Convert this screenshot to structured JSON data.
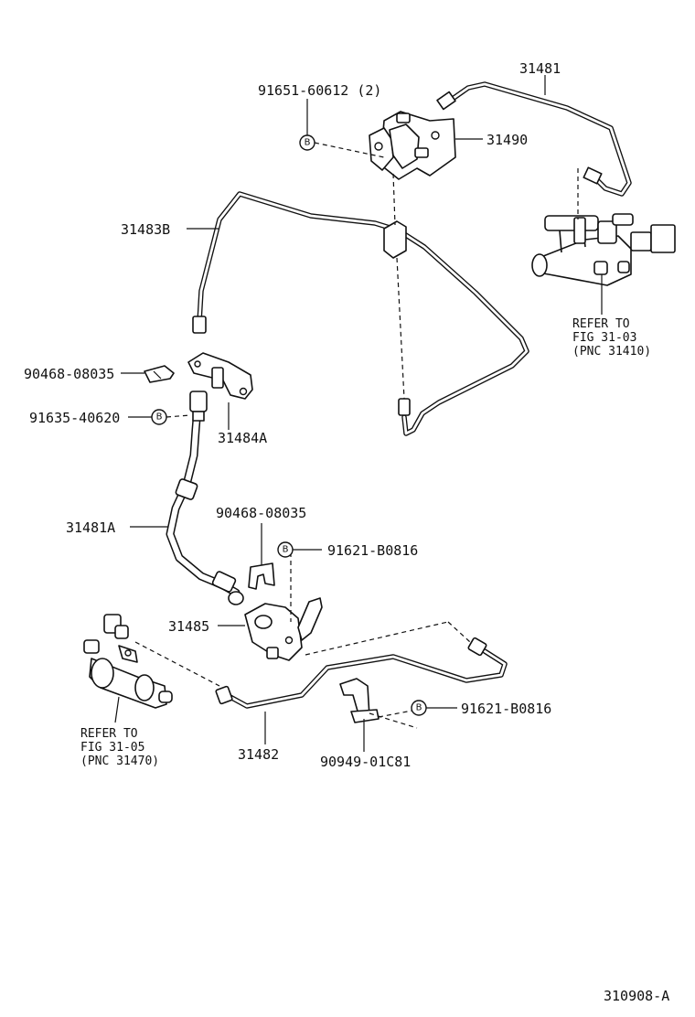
{
  "labels": {
    "p31481": "31481",
    "p91651": "91651-60612 (2)",
    "p31490": "31490",
    "p31483B": "31483B",
    "ref1_line1": "REFER TO",
    "ref1_line2": "FIG 31-03",
    "ref1_line3": "(PNC 31410)",
    "p90468a": "90468-08035",
    "p91635": "91635-40620",
    "p31484A": "31484A",
    "p31481A": "31481A",
    "p90468b": "90468-08035",
    "p91621a": "91621-B0816",
    "p31485": "31485",
    "ref2_line1": "REFER TO",
    "ref2_line2": "FIG 31-05",
    "ref2_line3": "(PNC 31470)",
    "p91621b": "91621-B0816",
    "p31482": "31482",
    "p90949": "90949-01C81",
    "figure_id": "310908-A"
  },
  "bolt_symbol": "B"
}
